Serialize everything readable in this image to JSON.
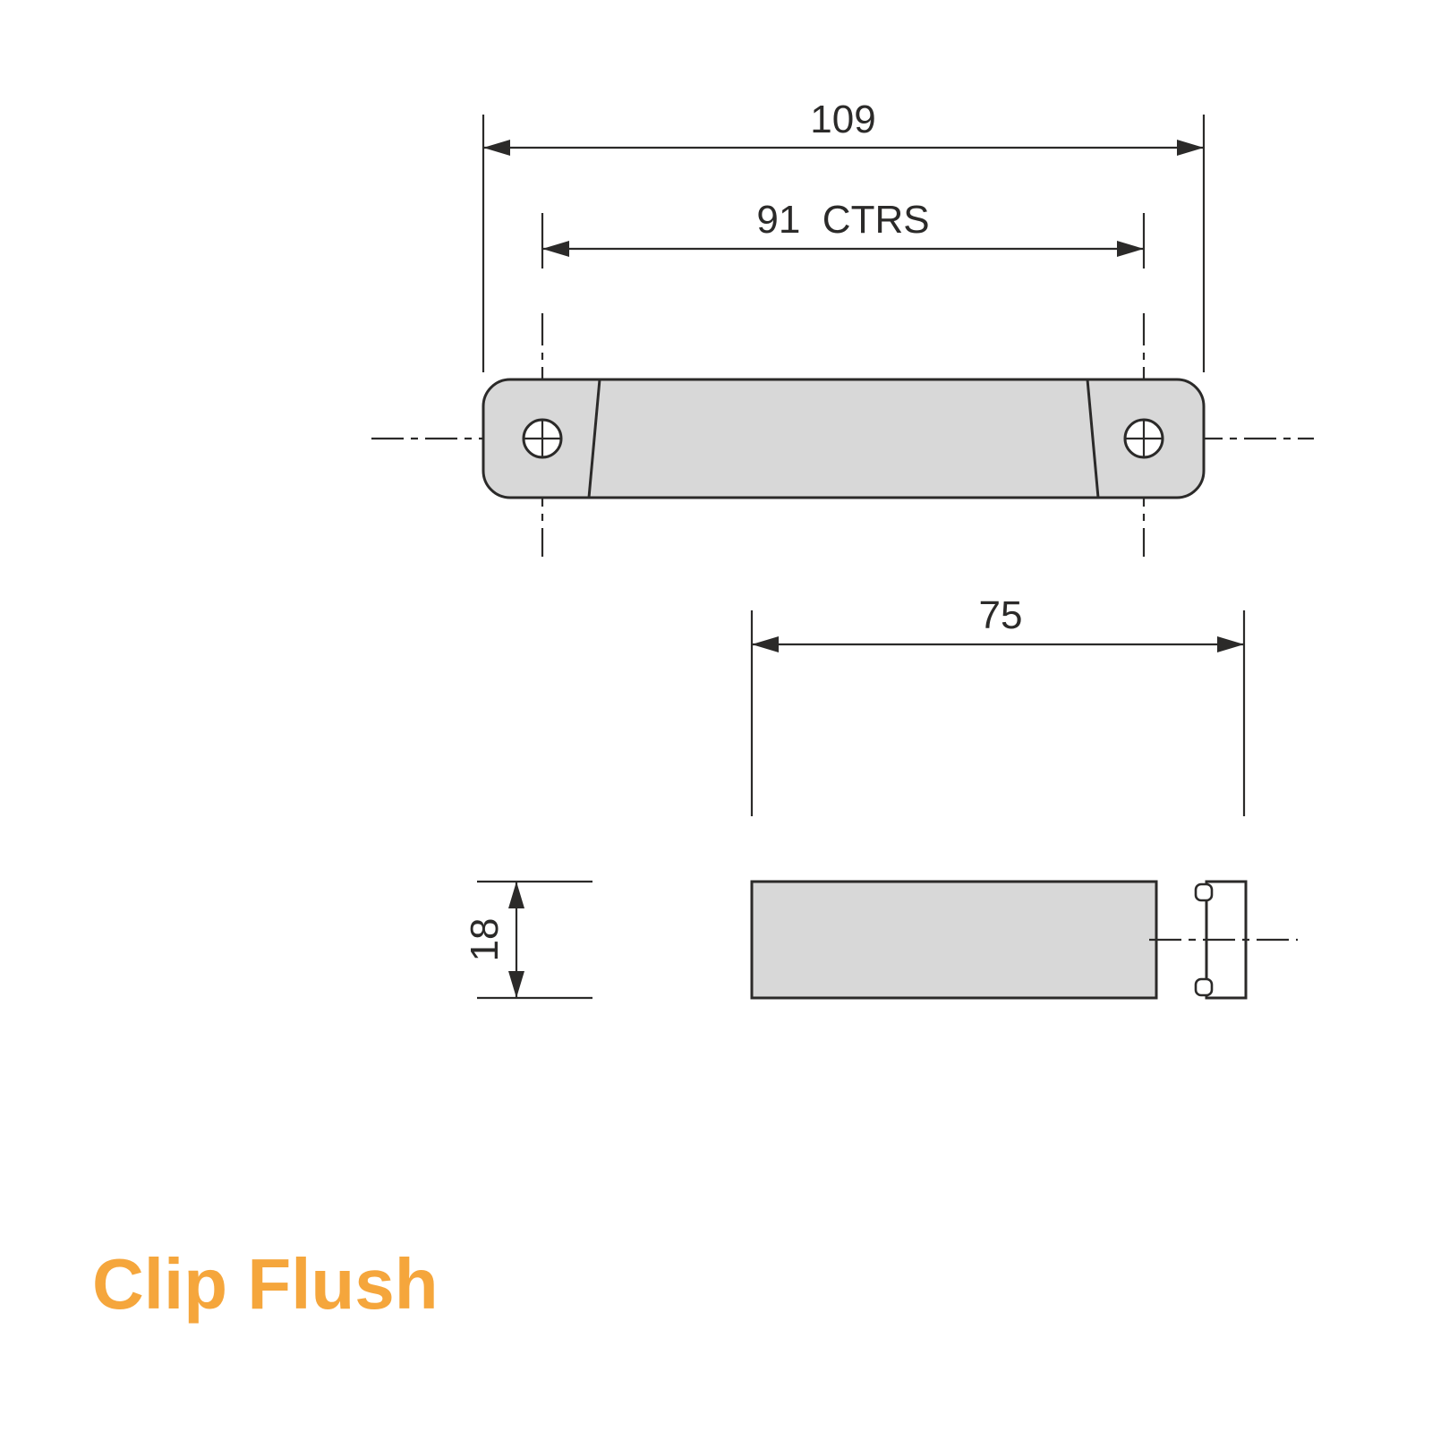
{
  "title": {
    "text": "Clip Flush"
  },
  "colors": {
    "accent": "#F5A63C",
    "line": "#2B2A29",
    "part_fill": "#D8D8D8",
    "hole_fill": "#FFFFFF",
    "background": "#FFFFFF"
  },
  "drawing": {
    "top_view": {
      "overall_length_label": "109",
      "hole_centers_label": "91  CTRS"
    },
    "side_view": {
      "length_label": "75",
      "height_label": "18"
    }
  }
}
